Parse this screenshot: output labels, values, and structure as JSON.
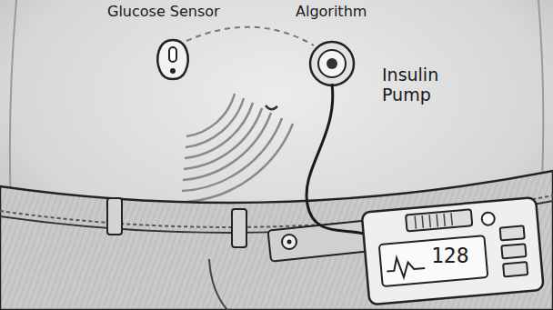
{
  "diagram": {
    "labels": [
      "Glucose Sensor",
      "Algorithm",
      "Insulin Pump",
      "128"
    ]
  }
}
